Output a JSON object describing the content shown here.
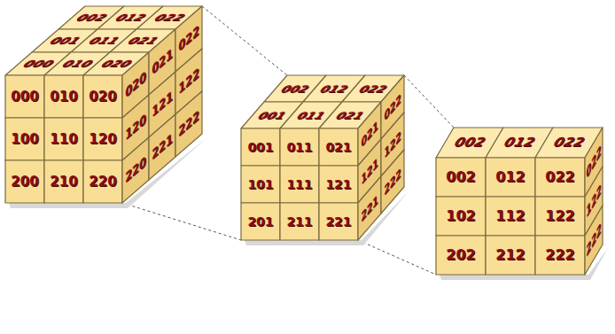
{
  "diagram": {
    "labels": [
      "002",
      "012",
      "022",
      "001",
      "011",
      "021",
      "000",
      "010",
      "020",
      "000",
      "010",
      "020",
      "100",
      "110",
      "120",
      "200",
      "210",
      "220",
      "020",
      "021",
      "022",
      "120",
      "121",
      "122",
      "220",
      "221",
      "222",
      "002",
      "012",
      "022",
      "001",
      "011",
      "021",
      "001",
      "011",
      "021",
      "101",
      "111",
      "121",
      "201",
      "211",
      "221",
      "021",
      "022",
      "121",
      "122",
      "221",
      "222",
      "002",
      "012",
      "022",
      "002",
      "012",
      "022",
      "102",
      "112",
      "122",
      "202",
      "212",
      "222",
      "022",
      "122",
      "222"
    ]
  }
}
